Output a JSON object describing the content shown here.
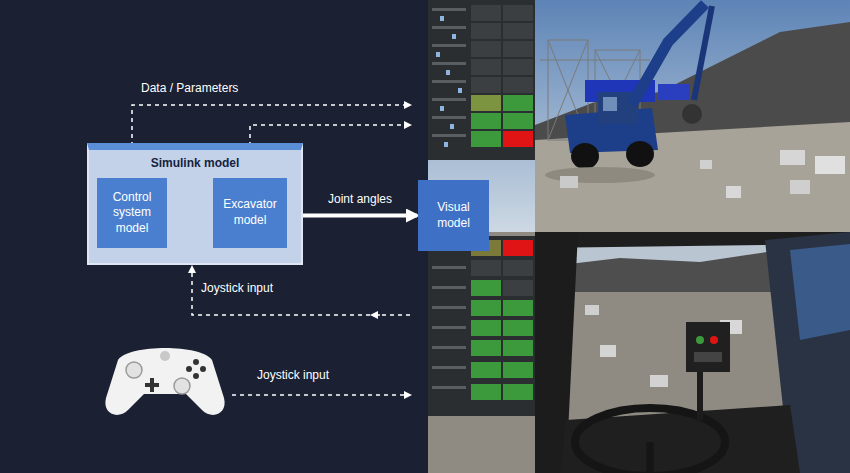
{
  "diagram": {
    "nodes": [
      {
        "text": [
          "Simulink model"
        ]
      },
      {
        "text": [
          "Control system model"
        ],
        "in": 0
      },
      {
        "text": [
          "Excavator model"
        ],
        "in": 0
      },
      {
        "text": [
          "Visual model"
        ]
      }
    ],
    "edges": [
      {
        "from": 1,
        "to": 2,
        "arrow": "to"
      },
      {
        "from": 0,
        "to": 3,
        "label": "Joint angles",
        "arrow": "to"
      }
    ],
    "labels": [
      "Data / Parameters",
      "Joystick input",
      "Joystick input"
    ]
  }
}
